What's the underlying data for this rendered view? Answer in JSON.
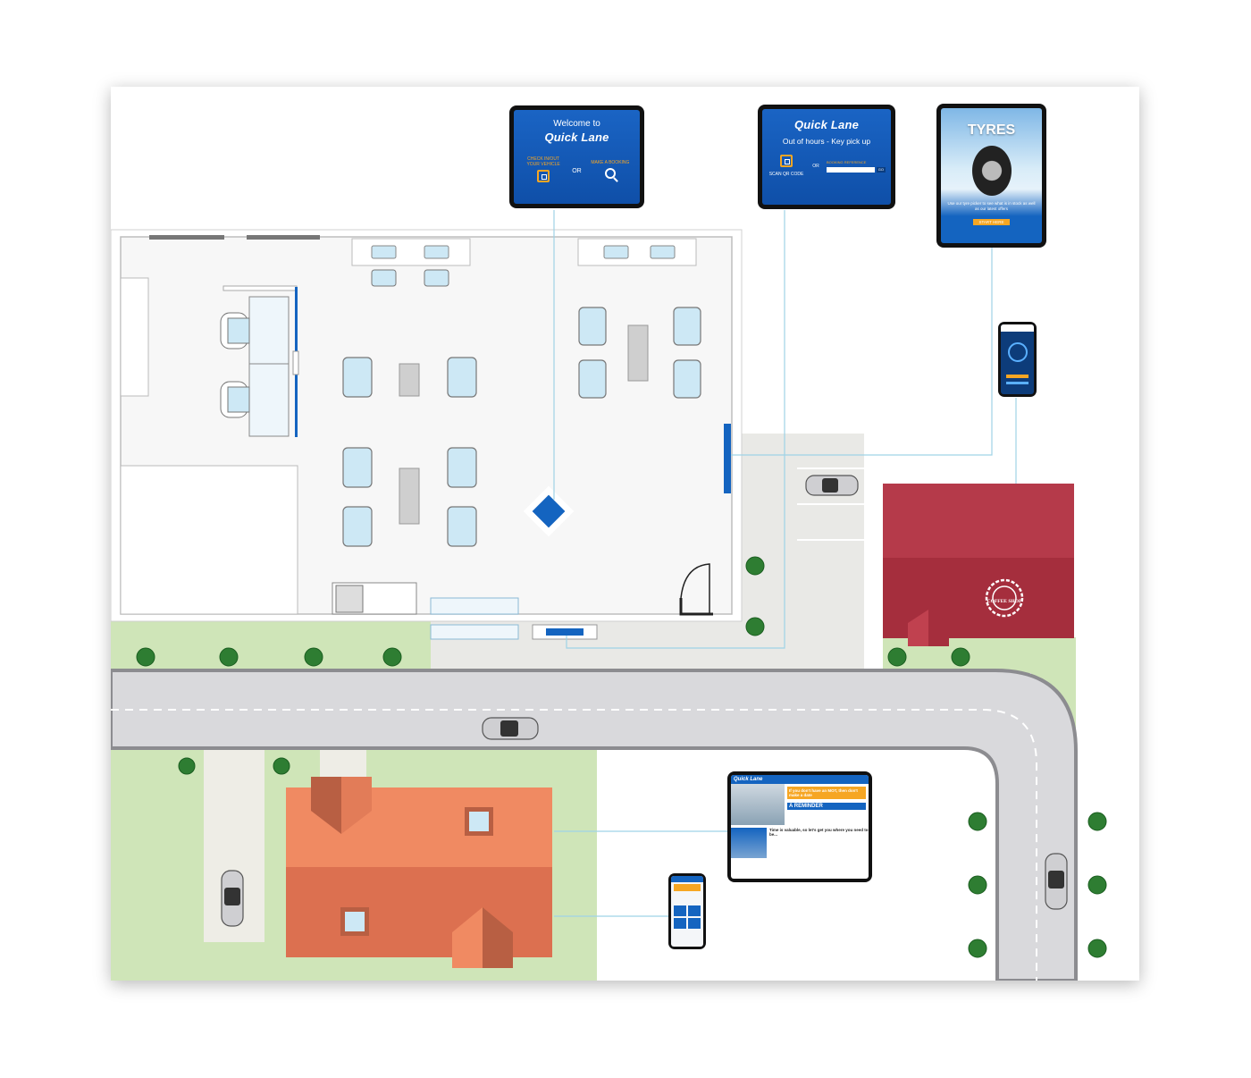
{
  "welcome_kiosk": {
    "greeting": "Welcome to",
    "brand": "Quick Lane",
    "check_in": "CHECK IN/OUT YOUR VEHICLE",
    "or": "OR",
    "booking": "MAKE A BOOKING",
    "icons": [
      "qr-code-icon",
      "search-icon"
    ]
  },
  "key_kiosk": {
    "brand": "Quick Lane",
    "title": "Out of hours - Key pick up",
    "scan": "SCAN QR CODE",
    "or": "OR",
    "ref_label": "BOOKING REFERENCE",
    "go": "GO"
  },
  "tyre_tablet": {
    "headline": "TYRES",
    "sub": "Use our tyre picker to see what is in stock as well as our latest offers",
    "cta": "START HERE"
  },
  "coffee_shop": {
    "label": "COFFEE SHOP"
  },
  "home_tablet": {
    "brand": "Quick Lane",
    "promo": "If you don't have an MOT, then don't make a date",
    "reminder": "A REMINDER",
    "tagline": "Time is valuable, so let's get you where you need to be..."
  },
  "colors": {
    "brand_blue": "#1464c0",
    "accent_orange": "#f6a623",
    "grass": "#cfe5b8",
    "road": "#d9d9dc",
    "coffee_shop": "#a8323f",
    "house": "#e8805a"
  }
}
